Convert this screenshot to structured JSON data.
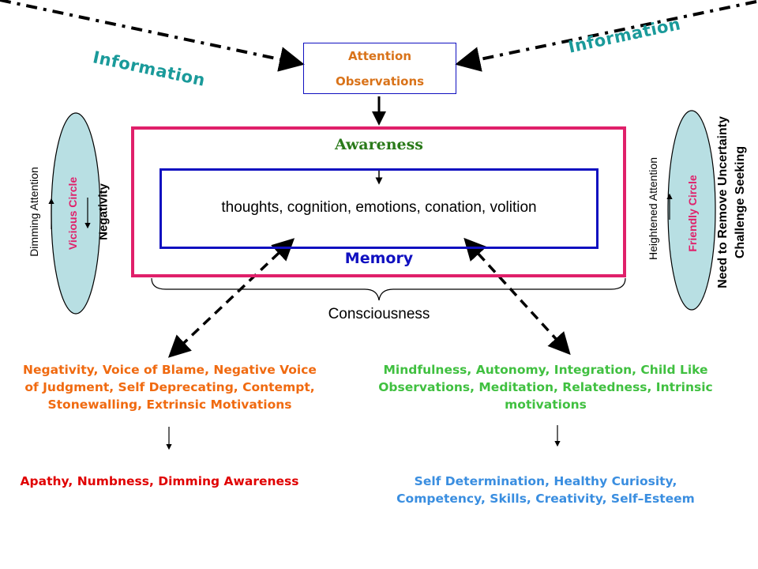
{
  "info_left": "Information",
  "info_right": "Information",
  "top_box": {
    "line1": "Attention",
    "line2": "Observations"
  },
  "awareness": "Awareness",
  "inner_text": "thoughts, cognition, emotions, conation, volition",
  "memory": "Memory",
  "consciousness": "Consciousness",
  "left_side": {
    "dimming": "Dimming Attention",
    "vicious": "Vicious Circle",
    "negativity": "Negativity"
  },
  "right_side": {
    "heightened": "Heightened Attention",
    "friendly": "Friendly Circle",
    "need1": "Need to Remove Uncertainty",
    "need2": "Challenge Seeking"
  },
  "left_list": {
    "line1": "Negativity, Voice of Blame, Negative Voice",
    "line2": "of Judgment, Self Deprecating, Contempt,",
    "line3": "Stonewalling, Extrinsic Motivations"
  },
  "right_list": {
    "line1": "Mindfulness, Autonomy, Integration, Child Like",
    "line2": "Observations, Meditation, Relatedness, Intrinsic",
    "line3": "motivations"
  },
  "left_outcome": "Apathy, Numbness, Dimming Awareness",
  "right_outcome": {
    "line1": "Self Determination, Healthy Curiosity,",
    "line2": "Competency, Skills, Creativity, Self–Esteem"
  },
  "colors": {
    "teal": "#1a9a9a",
    "orange": "#d9731a",
    "magenta": "#e0206a",
    "blue": "#1010c0",
    "green": "#2aaa2a",
    "green_text": "#40c040",
    "red": "#e00000",
    "light_blue": "#3a8ee0",
    "ellipse_fill": "#b8dfe3",
    "orange_list": "#f06a10"
  }
}
